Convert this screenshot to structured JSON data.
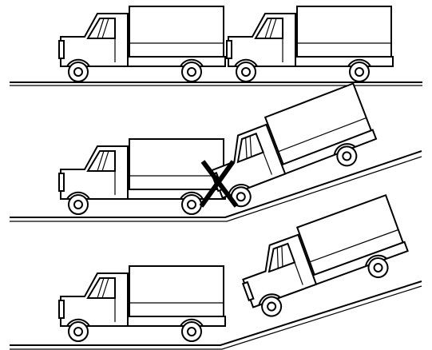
{
  "diagram": {
    "panels": [
      {
        "id": "level-parking",
        "ground": "flat",
        "trucks": [
          "truck",
          "truck"
        ],
        "crossed": false
      },
      {
        "id": "incorrect-parking-slope",
        "ground": "flat-then-incline",
        "trucks": [
          "truck",
          "truck-on-incline"
        ],
        "crossed": true,
        "mark_icon": "x-cross-icon"
      },
      {
        "id": "correct-parking-slope",
        "ground": "flat-then-incline",
        "trucks": [
          "truck",
          "truck-on-incline"
        ],
        "crossed": false
      }
    ],
    "colors": {
      "line": "#000000",
      "background": "#ffffff"
    }
  }
}
